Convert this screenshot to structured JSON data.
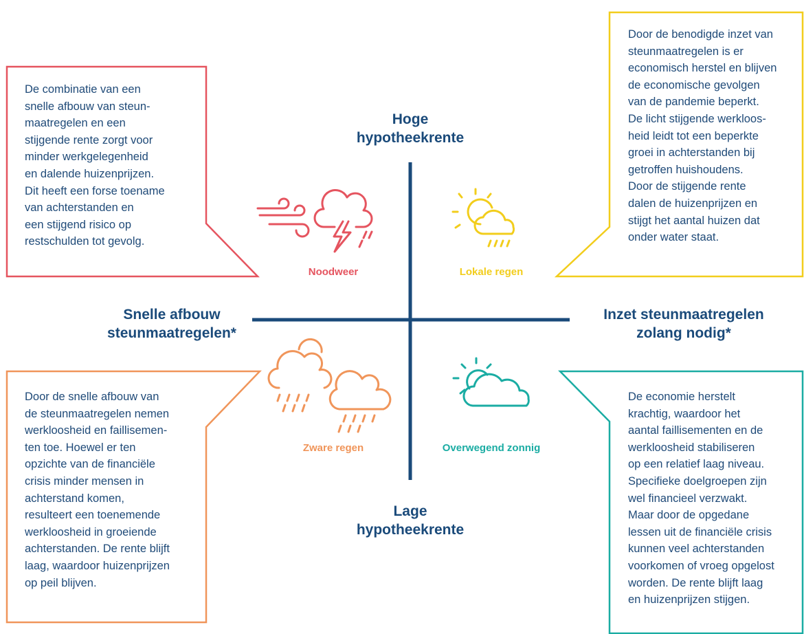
{
  "colors": {
    "axis": "#1a4a7a",
    "noodweer": "#e5545f",
    "lokale_regen": "#f2cd1c",
    "zware_regen": "#f0955a",
    "overwegend_zonnig": "#1aaca3",
    "body_text": "#1f4a78"
  },
  "axes": {
    "top": "Hoge\nhypotheekrente",
    "bottom": "Lage\nhypotheekrente",
    "left": "Snelle afbouw\nsteunmaatregelen*",
    "right": "Inzet steunmaatregelen\nzolang nodig*"
  },
  "scenarios": [
    {
      "key": "noodweer",
      "label": "Noodweer",
      "icon": "wind-thunderstorm-icon",
      "text": "De combinatie van een\nsnelle afbouw van steun-\nmaatregelen en een\nstijgende rente zorgt voor\nminder werkgelegenheid\nen dalende huizenprijzen.\nDit heeft een forse toename\nvan achterstanden en\neen stijgend risico op\nrestschulden tot gevolg."
    },
    {
      "key": "lokale_regen",
      "label": "Lokale regen",
      "icon": "sun-cloud-rain-icon",
      "text": "Door de benodigde inzet van\nsteunmaatregelen is er\neconomisch herstel en blijven\nde economische gevolgen\nvan de pandemie beperkt.\nDe licht stijgende werkloos-\nheid leidt tot een beperkte\ngroei in achterstanden bij\ngetroffen huishoudens.\nDoor de stijgende rente\ndalen de huizenprijzen en\nstijgt het aantal huizen dat\nonder water staat."
    },
    {
      "key": "zware_regen",
      "label": "Zware regen",
      "icon": "heavy-rain-clouds-icon",
      "text": "Door de snelle afbouw van\nde steunmaatregelen nemen\nwerkloosheid en faillisemen-\nten toe. Hoewel er ten\nopzichte van de financiële\ncrisis minder mensen in\nachterstand komen,\nresulteert een toenemende\nwerkloosheid in groeiende\nachterstanden. De rente blijft\nlaag, waardoor huizenprijzen\nop peil blijven."
    },
    {
      "key": "overwegend_zonnig",
      "label": "Overwegend zonnig",
      "icon": "sun-behind-cloud-icon",
      "text": "De economie herstelt\nkrachtig, waardoor het\naantal faillisementen en de\nwerkloosheid stabiliseren\nop een relatief laag niveau.\nSpecifieke doelgroepen zijn\nwel financieel verzwakt.\nMaar door de opgedane\nlessen uit de financiële crisis\nkunnen veel achterstanden\nvoorkomen of vroeg opgelost\nworden. De rente blijft laag\nen huizenprijzen stijgen."
    }
  ]
}
